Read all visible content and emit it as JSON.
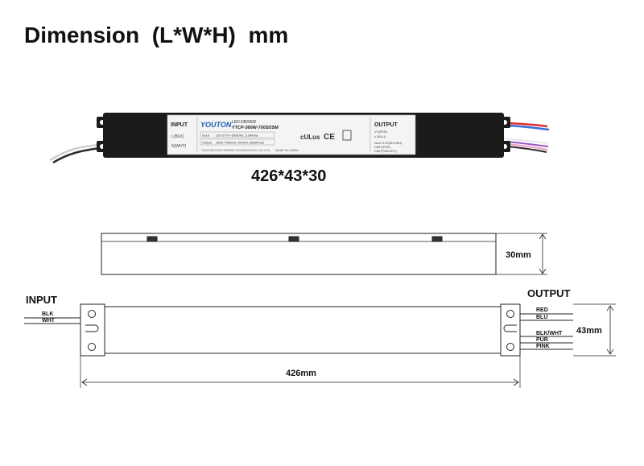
{
  "title": "Dimension  (L*W*H)  mm",
  "dimensions_caption": "426*43*30",
  "label": {
    "input_heading": "INPUT",
    "input_blk": "L(BLK)",
    "input_wht": "N(WHT)",
    "brand": "YOUTON",
    "product_line": "LED DRIVER",
    "model": "YTCP-360W-700SDSM",
    "input_row_key": "Input",
    "input_row_val": "120-277V~50/60Hz, 3.5Amax",
    "output_row_key": "Output",
    "output_row_val": "3500-7000mA, 30-54V, 360Wmax",
    "company": "YOUTON ELECTRONIC TECHNOLOGY CO.,LTD.",
    "made_in": "MADE IN CHINA",
    "ul_mark": "cULus",
    "ce_mark": "CE",
    "output_heading": "OUTPUT",
    "out_red": "V+(RED)",
    "out_blu": "V-(BLU)",
    "out_dim1": "Vaux+12V(BLK/WH)",
    "out_dim2": "DIM+(PUR)",
    "out_dim3": "DIM-(PNK/GRY)"
  },
  "side_view": {
    "height_label": "30mm"
  },
  "top_view": {
    "input_heading": "INPUT",
    "input_wires": [
      "BLK",
      "WHT"
    ],
    "output_heading": "OUTPUT",
    "output_wires": [
      "RED",
      "BLU",
      "BLK/WHT",
      "PUR",
      "PINK"
    ],
    "width_label": "43mm",
    "length_label": "426mm"
  },
  "colors": {
    "wire_red": "#e03030",
    "wire_blue": "#3a6fd8",
    "wire_purple": "#9a58c8",
    "wire_pink": "#f0a0c0",
    "brand_blue": "#1f5fb8",
    "case_black": "#1b1b1b"
  }
}
